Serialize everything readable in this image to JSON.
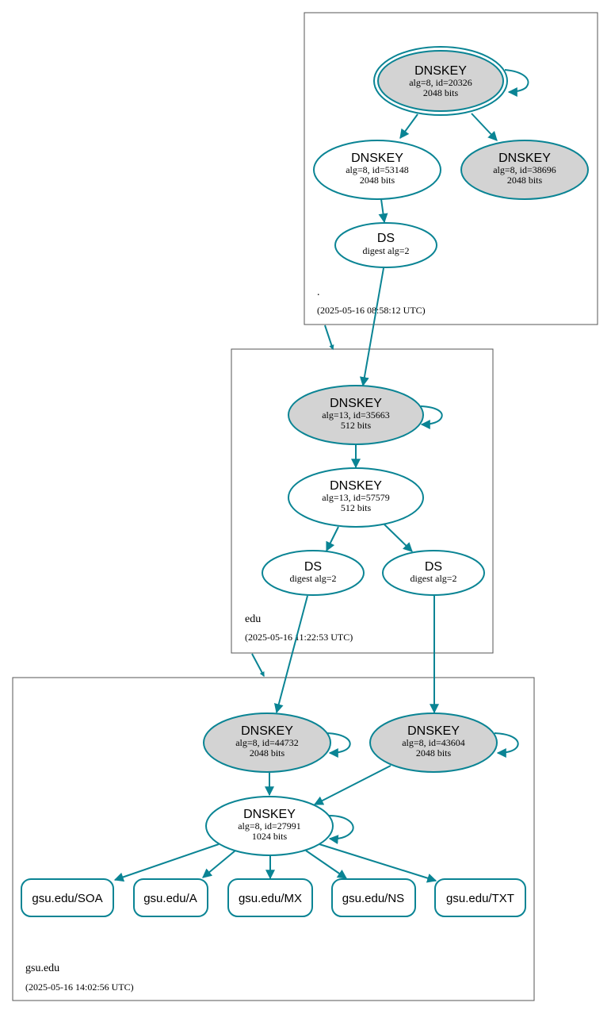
{
  "colors": {
    "edge": "#0a8494",
    "node_stroke": "#0a8494",
    "key_fill_sep": "#d3d3d3",
    "key_fill_plain": "#ffffff",
    "zone_border": "#555555"
  },
  "zones": {
    "root": {
      "name": ".",
      "timestamp": "(2025-05-16 08:58:12 UTC)"
    },
    "edu": {
      "name": "edu",
      "timestamp": "(2025-05-16 11:22:53 UTC)"
    },
    "gsu": {
      "name": "gsu.edu",
      "timestamp": "(2025-05-16 14:02:56 UTC)"
    }
  },
  "nodes": {
    "root_ksk": {
      "title": "DNSKEY",
      "line1": "alg=8, id=20326",
      "line2": "2048 bits"
    },
    "root_zsk1": {
      "title": "DNSKEY",
      "line1": "alg=8, id=53148",
      "line2": "2048 bits"
    },
    "root_zsk2": {
      "title": "DNSKEY",
      "line1": "alg=8, id=38696",
      "line2": "2048 bits"
    },
    "root_ds": {
      "title": "DS",
      "line1": "digest alg=2"
    },
    "edu_ksk": {
      "title": "DNSKEY",
      "line1": "alg=13, id=35663",
      "line2": "512 bits"
    },
    "edu_zsk": {
      "title": "DNSKEY",
      "line1": "alg=13, id=57579",
      "line2": "512 bits"
    },
    "edu_ds1": {
      "title": "DS",
      "line1": "digest alg=2"
    },
    "edu_ds2": {
      "title": "DS",
      "line1": "digest alg=2"
    },
    "gsu_ksk1": {
      "title": "DNSKEY",
      "line1": "alg=8, id=44732",
      "line2": "2048 bits"
    },
    "gsu_ksk2": {
      "title": "DNSKEY",
      "line1": "alg=8, id=43604",
      "line2": "2048 bits"
    },
    "gsu_zsk": {
      "title": "DNSKEY",
      "line1": "alg=8, id=27991",
      "line2": "1024 bits"
    }
  },
  "records": {
    "soa": "gsu.edu/SOA",
    "a": "gsu.edu/A",
    "mx": "gsu.edu/MX",
    "ns": "gsu.edu/NS",
    "txt": "gsu.edu/TXT"
  }
}
